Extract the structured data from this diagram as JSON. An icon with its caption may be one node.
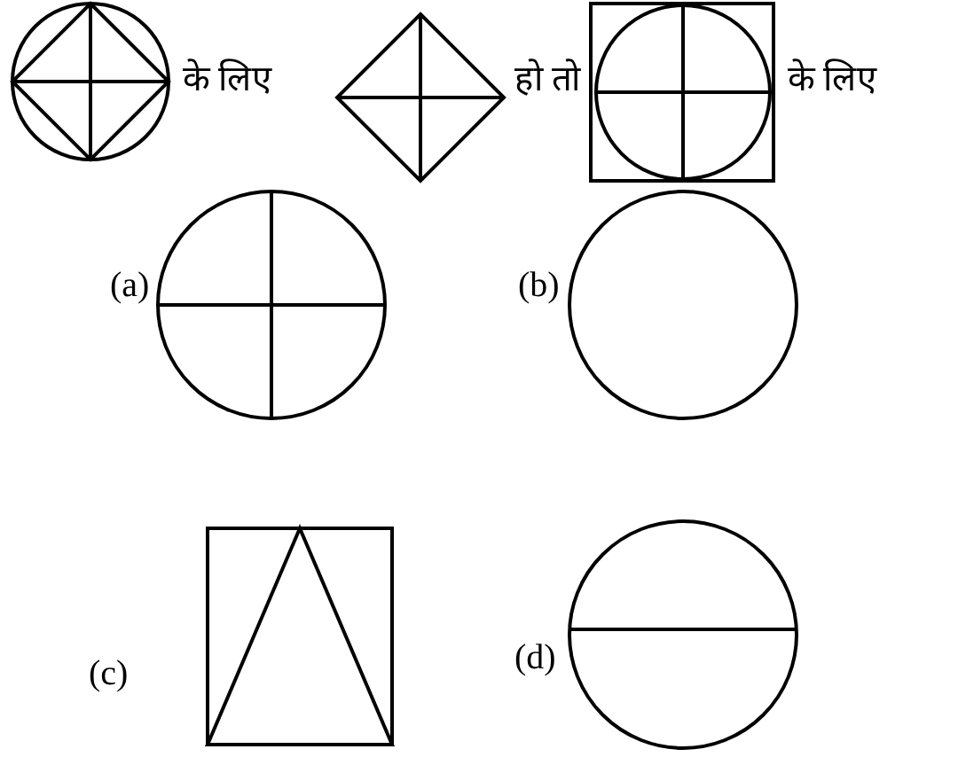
{
  "diagram": {
    "labels": [
      "के लिए",
      "हो तो",
      "के लिए",
      "(a)",
      "(b)",
      "(c)",
      "(d)"
    ]
  }
}
